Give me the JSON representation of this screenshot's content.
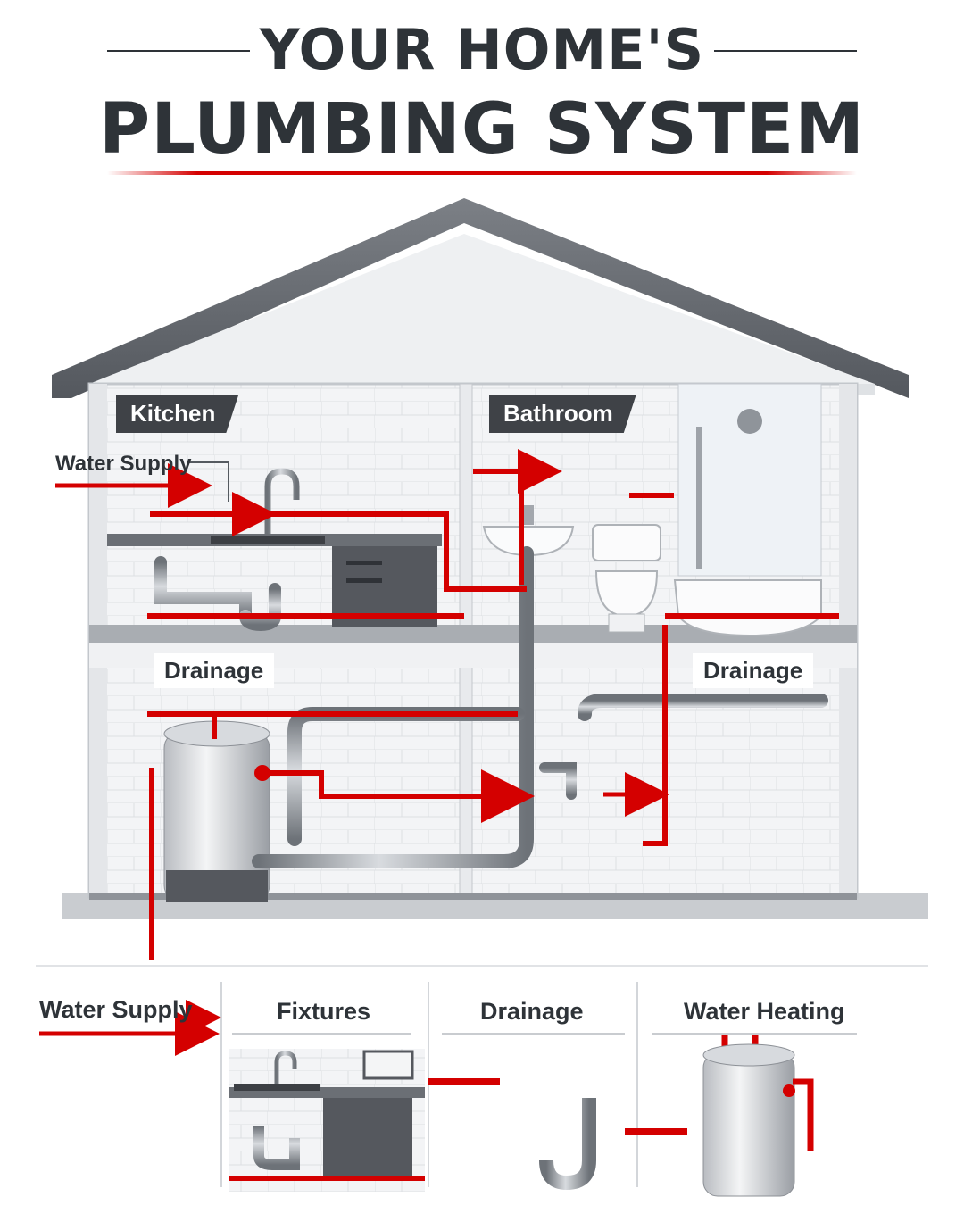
{
  "title": {
    "line1": "YOUR HOME'S",
    "line2": "PLUMBING SYSTEM"
  },
  "house": {
    "rooms": {
      "kitchen": "Kitchen",
      "bathroom": "Bathroom"
    },
    "callouts": {
      "water_supply": "Water Supply",
      "drainage_left": "Drainage",
      "drainage_right": "Drainage"
    }
  },
  "legend": {
    "water_supply": "Water Supply",
    "fixtures": "Fixtures",
    "drainage": "Drainage",
    "water_heating": "Water Heating"
  },
  "colors": {
    "supply_red": "#d40000",
    "pipe_gray": "#8a8f96",
    "dark": "#2e3338",
    "cabinet": "#55585e"
  }
}
